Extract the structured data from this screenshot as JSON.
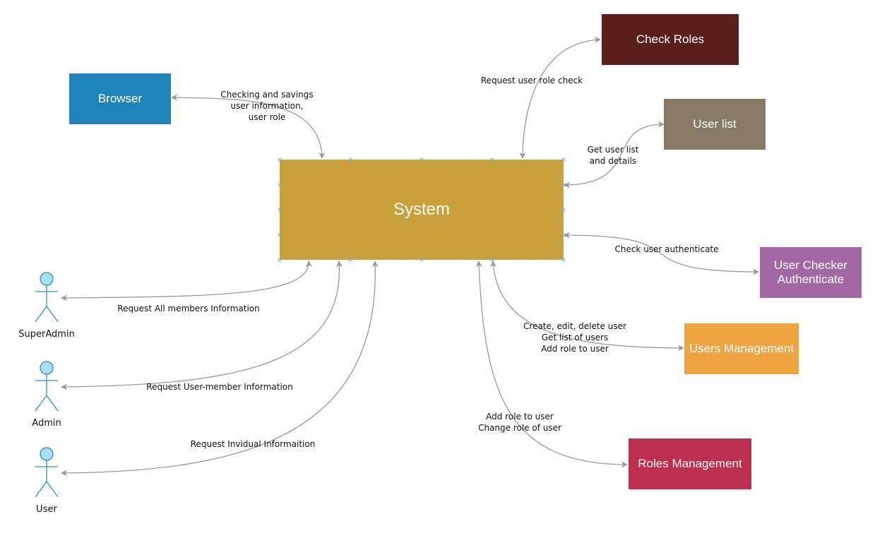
{
  "diagram": {
    "nodes": {
      "system": {
        "label": "System",
        "color": "#C9A13C"
      },
      "browser": {
        "label": "Browser",
        "color": "#1F84BA"
      },
      "check_roles": {
        "label": "Check Roles",
        "color": "#5A1F1A"
      },
      "user_list": {
        "label": "User list",
        "color": "#877A64"
      },
      "user_checker": {
        "label": "User Checker\nAuthenticate",
        "color": "#A267A5"
      },
      "users_management": {
        "label": "Users Management",
        "color": "#EEA43F"
      },
      "roles_management": {
        "label": "Roles Management",
        "color": "#BC2F4F"
      }
    },
    "actors": {
      "superadmin": {
        "label": "SuperAdmin"
      },
      "admin": {
        "label": "Admin"
      },
      "user": {
        "label": "User"
      }
    },
    "edge_labels": {
      "browser": "Checking and savings\nuser information,\nuser role",
      "check_roles": "Request user role check",
      "user_list": "Get user list\nand details",
      "user_checker": "Check user authenticate",
      "users_management": "Create, edit, delete user\nGet list of users\nAdd role to user",
      "roles_management": "Add role to user\nChange role of user",
      "superadmin": "Request All members Information",
      "admin": "Request User-member Information",
      "user": "Request Invidual Informaition"
    },
    "colors": {
      "edge": "#999999",
      "actor_fill": "#A8E0F3",
      "actor_stroke": "#2C90B8",
      "handle": "#6DB4D8"
    }
  }
}
